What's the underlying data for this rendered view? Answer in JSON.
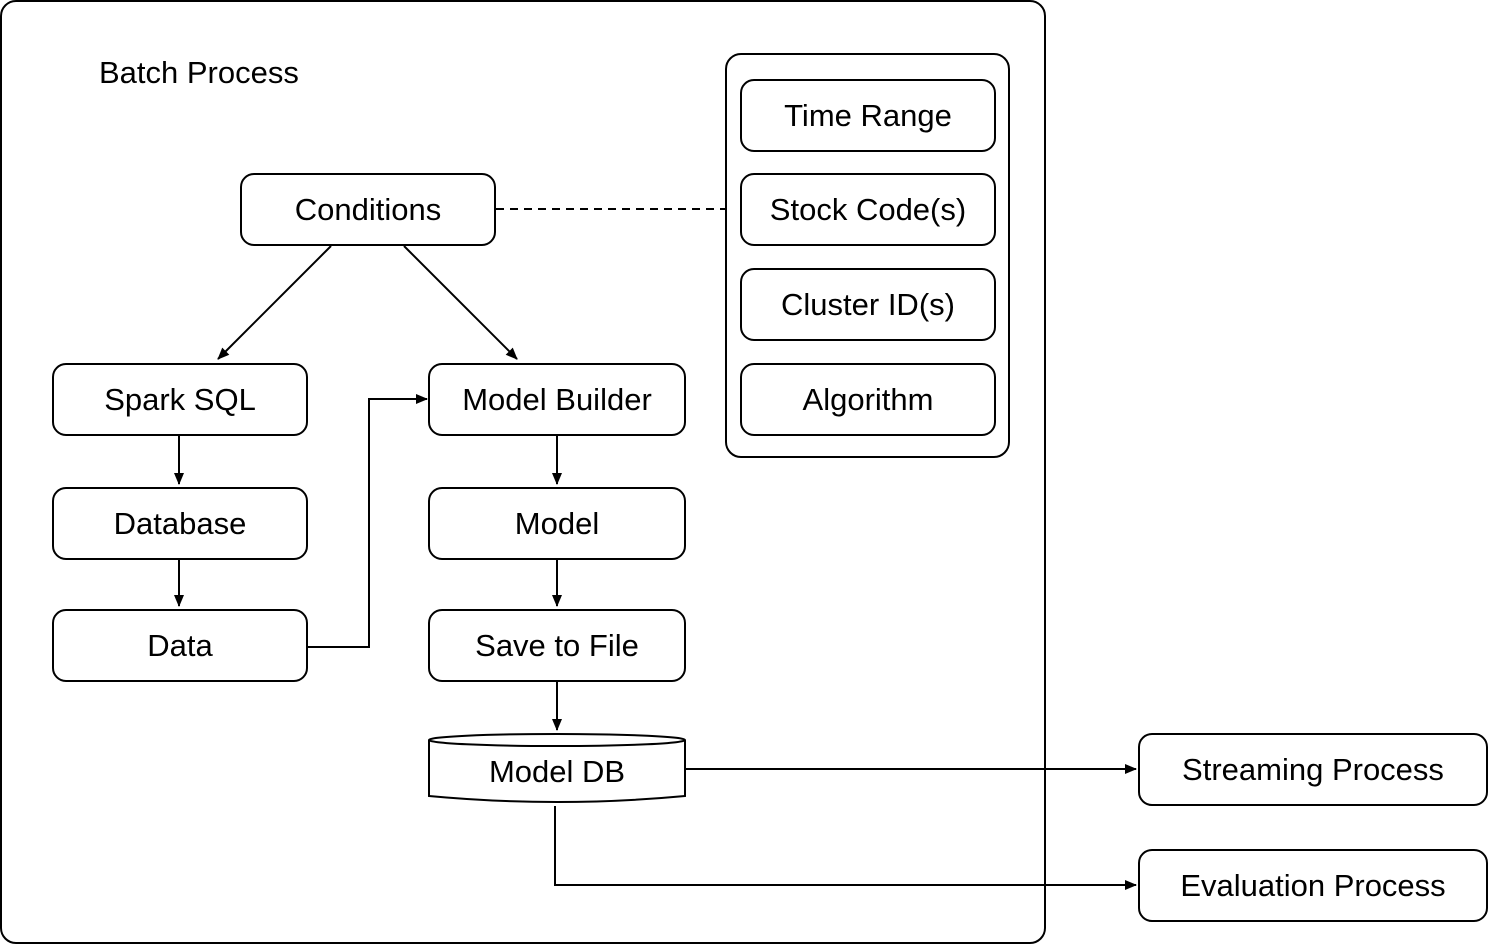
{
  "batch_process": {
    "title": "Batch Process"
  },
  "conditions_panel": {
    "items": [
      "Time Range",
      "Stock Code(s)",
      "Cluster ID(s)",
      "Algorithm"
    ]
  },
  "nodes": {
    "conditions": "Conditions",
    "spark_sql": "Spark SQL",
    "database": "Database",
    "data": "Data",
    "model_builder": "Model Builder",
    "model": "Model",
    "save_to_file": "Save to File",
    "model_db": "Model DB"
  },
  "external": {
    "streaming_process": "Streaming Process",
    "evaluation_process": "Evaluation Process"
  },
  "colors": {
    "stroke": "#000000",
    "fill": "#ffffff"
  }
}
